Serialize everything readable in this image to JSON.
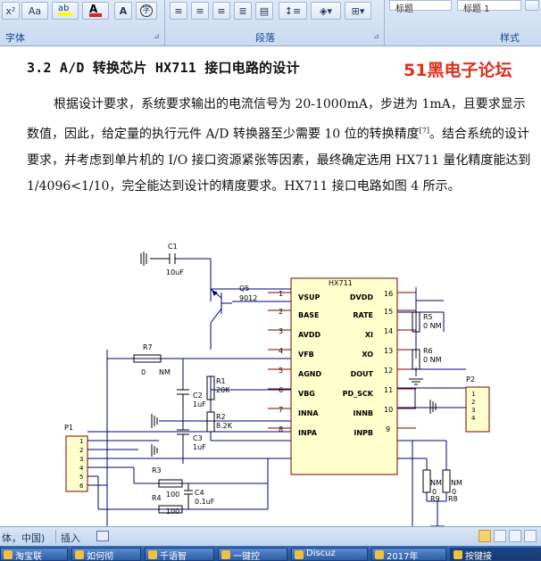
{
  "ribbon": {
    "font_group_label": "字体",
    "paragraph_group_label": "段落",
    "styles_group_label": "样式",
    "superscript_label": "x²",
    "font_size_label": "Aa",
    "style_heading": "标题",
    "style_heading1": "标题 1"
  },
  "document": {
    "heading": "3.2   A/D 转换芯片 HX711 接口电路的设计",
    "watermark": "51黑电子论坛",
    "paragraph": "根据设计要求，系统要求输出的电流信号为 20-1000mA，步进为 1mA，且要求显示数值，因此，给定量的执行元件 A/D 转换器至少需要 10 位的转换精度",
    "citation": "[7]",
    "paragraph_cont": "。结合系统的设计要求，并考虑到单片机的 I/O 接口资源紧张等因素，最终确定选用 HX711 量化精度能达到 1/4096<1/10，完全能达到设计的精度要求。HX711 接口电路如图 4 所示。"
  },
  "circuit": {
    "chip_name": "HX711",
    "left_pins": [
      {
        "num": "1",
        "name": "VSUP"
      },
      {
        "num": "2",
        "name": "BASE"
      },
      {
        "num": "3",
        "name": "AVDD"
      },
      {
        "num": "4",
        "name": "VFB"
      },
      {
        "num": "5",
        "name": "AGND"
      },
      {
        "num": "6",
        "name": "VBG"
      },
      {
        "num": "7",
        "name": "INNA"
      },
      {
        "num": "8",
        "name": "INPA"
      }
    ],
    "right_pins": [
      {
        "num": "16",
        "name": "DVDD"
      },
      {
        "num": "15",
        "name": "RATE"
      },
      {
        "num": "14",
        "name": "XI"
      },
      {
        "num": "13",
        "name": "XO"
      },
      {
        "num": "12",
        "name": "DOUT"
      },
      {
        "num": "11",
        "name": "PD_SCK"
      },
      {
        "num": "10",
        "name": "INNB"
      },
      {
        "num": "9",
        "name": "INPB"
      }
    ],
    "c1_name": "C1",
    "c1_value": "10uF",
    "q5_name": "Q5",
    "q5_value": "9012",
    "r7_name": "R7",
    "r7_value": "0",
    "r7_unit": "NM",
    "r1_name": "R1",
    "r1_value": "20K",
    "r2_name": "R2",
    "r2_value": "8.2K",
    "c2_name": "C2",
    "c2_value": "1uF",
    "c3_name": "C3",
    "c3_value": "1uF",
    "r3_name": "R3",
    "r3_value": "100",
    "r4_name": "R4",
    "r4_value": "100",
    "c4_name": "C4",
    "c4_value": "0.1uF",
    "r5_name": "R5",
    "r5_value": "0 NM",
    "r6_name": "R6",
    "r6_value": "0 NM",
    "r9_name": "R9",
    "r9_value": "0",
    "r9_unit": "NM",
    "r8_name": "R8",
    "r8_value": "0",
    "r8_unit": "NM",
    "p1_name": "P1",
    "p1_pins": [
      "1",
      "2",
      "3",
      "4",
      "5",
      "6"
    ],
    "p2_name": "P2",
    "p2_pins": [
      "1",
      "2",
      "3",
      "4"
    ]
  },
  "statusbar": {
    "language": "体，中国)",
    "insert_mode": "插入"
  },
  "taskbar": {
    "items": [
      "淘宝联",
      "如何彻",
      "千语智",
      "一键控",
      "Discuz",
      "2017年",
      "按键接"
    ]
  }
}
